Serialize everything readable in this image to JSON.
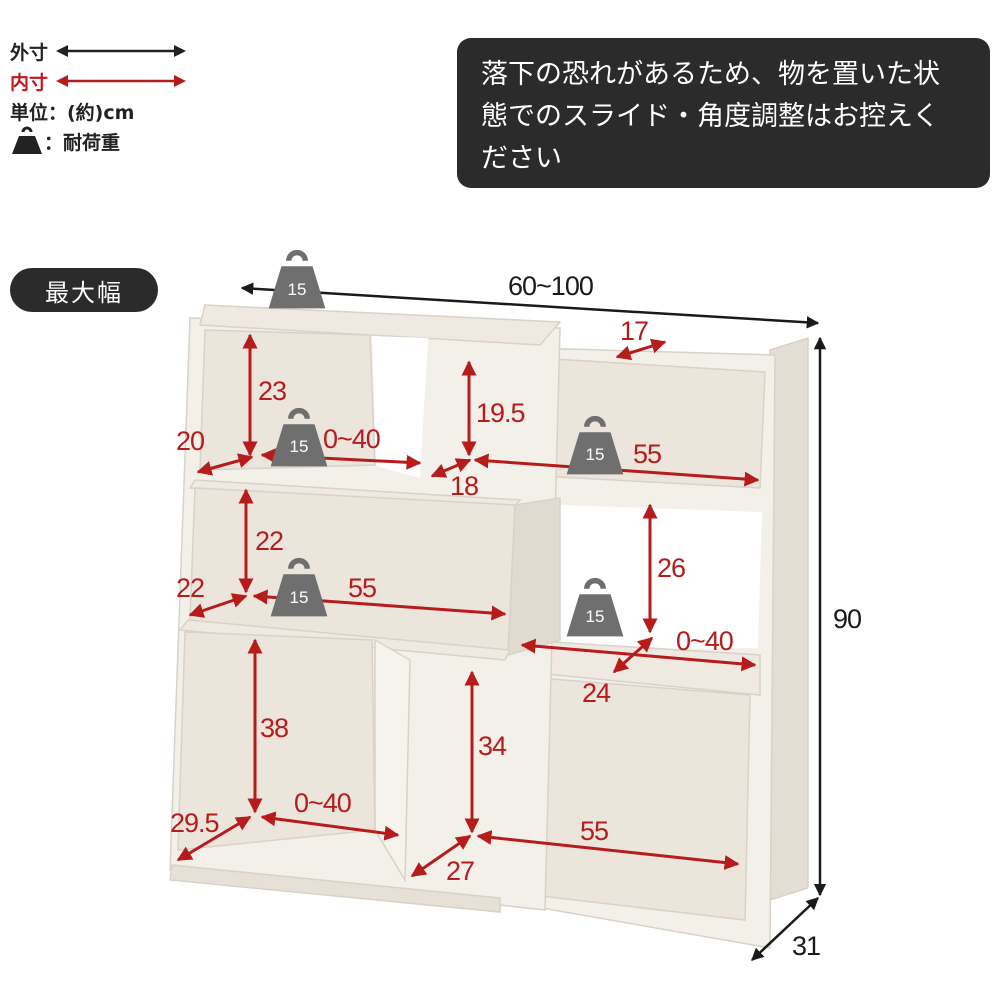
{
  "legend": {
    "outer_label": "外寸",
    "inner_label": "内寸",
    "unit_label": "単位：(約)cm",
    "load_label": "：耐荷重"
  },
  "notice": {
    "text": "落下の恐れがあるため、物を置いた状態でのスライド・角度調整はお控えください"
  },
  "mode_label": "最大幅",
  "weight_value": "15",
  "dimensions": {
    "outer_width": "60~100",
    "outer_height": "90",
    "outer_depth": "31",
    "d_17": "17",
    "d_23": "23",
    "d_20": "20",
    "d_0_40_a": "0~40",
    "d_19_5": "19.5",
    "d_55_a": "55",
    "d_18": "18",
    "d_22_h": "22",
    "d_22_d": "22",
    "d_55_b": "55",
    "d_26": "26",
    "d_0_40_b": "0~40",
    "d_24": "24",
    "d_38": "38",
    "d_34": "34",
    "d_29_5": "29.5",
    "d_0_40_c": "0~40",
    "d_55_c": "55",
    "d_27": "27"
  },
  "colors": {
    "outer_arrow": "#222222",
    "inner_arrow": "#b71c1c",
    "dark_panel": "#2b2b2b",
    "wood": "#ece7df",
    "weight_icon": "#6f6f6f"
  }
}
